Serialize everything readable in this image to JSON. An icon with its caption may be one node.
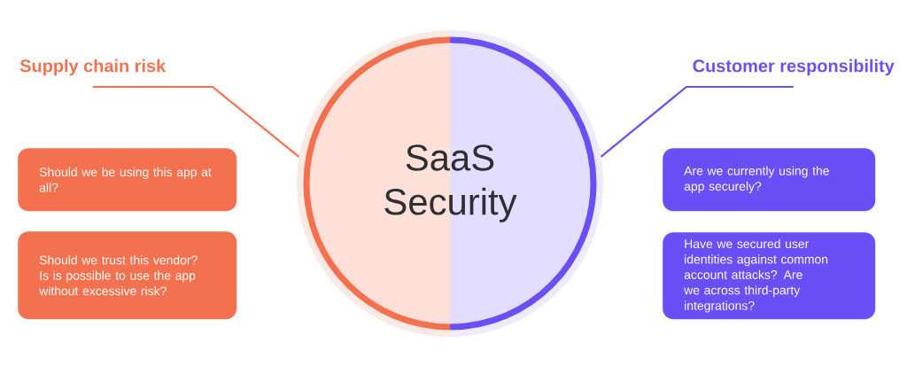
{
  "diagram": {
    "nodes": [
      {
        "text": [
          "SaaS Security"
        ]
      },
      {
        "text": [
          "Supply chain risk"
        ]
      },
      {
        "text": [
          "Should we be using this app at all?"
        ]
      },
      {
        "text": [
          "Should we trust this vendor? Is is possible to use the app without excessive risk?"
        ]
      },
      {
        "text": [
          "Customer responsibility"
        ]
      },
      {
        "text": [
          "Are we currently using the app securely?"
        ]
      },
      {
        "text": [
          "Have we secured user identities against common account attacks? Are we across third-party integrations?"
        ]
      }
    ],
    "edges": [
      {
        "from": 1,
        "to": 0,
        "arrow": "none",
        "color": "#f4714f"
      },
      {
        "from": 4,
        "to": 0,
        "arrow": "none",
        "color": "#6a4ff6"
      }
    ]
  }
}
